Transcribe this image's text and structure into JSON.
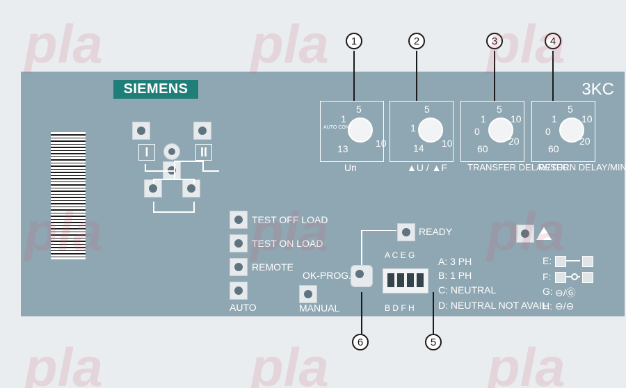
{
  "brand": "SIEMENS",
  "model": "3KC",
  "dials": [
    {
      "index": 1,
      "label": "Un",
      "values": [
        "1",
        "5",
        "10",
        "13"
      ],
      "extra": "AUTO CONF"
    },
    {
      "index": 2,
      "label": "▲U / ▲F",
      "values": [
        "1",
        "5",
        "10",
        "14"
      ]
    },
    {
      "index": 3,
      "label": "TRANSFER DELAY/SEC.",
      "values": [
        "0",
        "1",
        "5",
        "10",
        "20",
        "60"
      ]
    },
    {
      "index": 4,
      "label": "RETURN DELAY/MIN.",
      "values": [
        "0",
        "1",
        "5",
        "10",
        "20",
        "60"
      ]
    }
  ],
  "buttons": {
    "test_off_load": "TEST OFF LOAD",
    "test_on_load": "TEST ON LOAD",
    "remote": "REMOTE",
    "auto": "AUTO",
    "manual": "MANUAL",
    "ok_prog": "OK-PROG.",
    "ready": "READY"
  },
  "switch_bank": {
    "top": "A C E G",
    "bottom": "B D F H"
  },
  "dip_legend": {
    "a": "A: 3 PH",
    "b": "B: 1 PH",
    "c": "C: NEUTRAL",
    "d": "D: NEUTRAL NOT AVAIL."
  },
  "right_legend": {
    "e": "E:",
    "f": "F:",
    "g": "G:",
    "h": "H:",
    "g_icons": "⊖/Ⓖ",
    "h_icons": "⊖/⊖"
  },
  "callouts": {
    "5": "5",
    "6": "6"
  },
  "source_labels": {
    "left": "I",
    "right": "II"
  }
}
